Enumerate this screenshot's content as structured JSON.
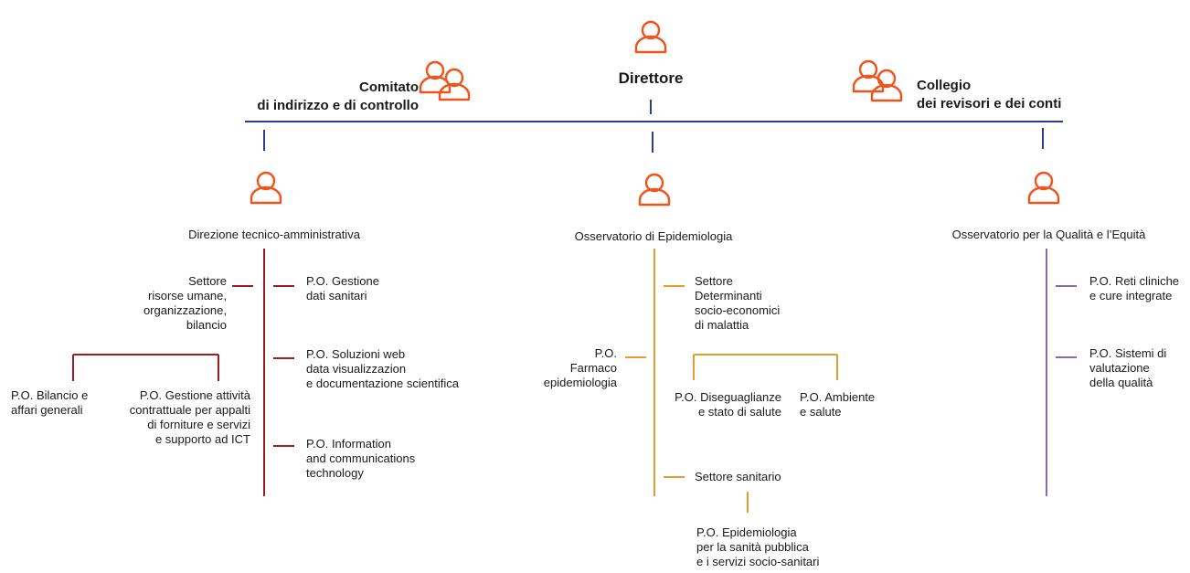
{
  "colors": {
    "icon": "#f0531c",
    "top_line": "#2b3f8f",
    "admin": "#9e1c22",
    "epi": "#e99a2c",
    "quality": "#8c6aa7"
  },
  "top": {
    "director": "Direttore",
    "committee": "Comitato\ndi indirizzo e di controllo",
    "board": "Collegio\ndei revisori e dei conti"
  },
  "units": {
    "admin": "Direzione tecnico-amministrativa",
    "epi": "Osservatorio di Epidemiologia",
    "quality": "Osservatorio per la Qualità e l’Equità"
  },
  "admin": {
    "settore": "Settore\nrisorse umane,\norganizzazione,\nbilancio",
    "bilancio": "P.O. Bilancio e\naffari generali",
    "contratti": "P.O. Gestione attività\ncontrattuale per appalti\ndi forniture e servizi\ne supporto ad ICT",
    "dati": "P.O. Gestione\ndati sanitari",
    "web": "P.O. Soluzioni web\ndata visualizzazion\ne documentazione scientifica",
    "ict": "P.O. Information\nand communications\ntechnology"
  },
  "epi": {
    "farmaco": "P.O.\nFarmaco\nepidemiologia",
    "determinanti": "Settore\nDeterminanti\nsocio-economici\ndi malattia",
    "diseguaglianze": "P.O. Diseguaglianze\ne stato di salute",
    "ambiente": "P.O. Ambiente\ne salute",
    "sanitario": "Settore sanitario",
    "sanita_pubblica": "P.O. Epidemiologia\nper la sanità pubblica\ne i servizi socio-sanitari"
  },
  "quality": {
    "reti": "P.O. Reti cliniche\ne cure integrate",
    "sistemi": "P.O. Sistemi di\nvalutazione\ndella qualità"
  }
}
